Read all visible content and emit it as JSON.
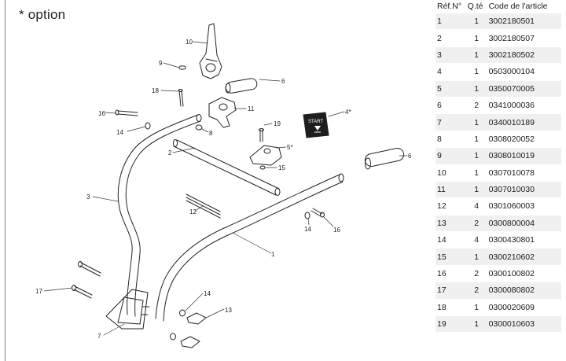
{
  "note": "* option",
  "diagram": {
    "callouts": [
      "10",
      "9",
      "6",
      "18",
      "11",
      "16",
      "14",
      "8",
      "19",
      "4*",
      "5*",
      "2",
      "15",
      "6",
      "3",
      "12",
      "14",
      "16",
      "1",
      "17",
      "14",
      "13",
      "7"
    ],
    "start_button_label": "START"
  },
  "table": {
    "headers": [
      "Réf.N°",
      "Q.té",
      "Code de l'article"
    ],
    "rows": [
      [
        "1",
        "1",
        "3002180501"
      ],
      [
        "2",
        "1",
        "3002180507"
      ],
      [
        "3",
        "1",
        "3002180502"
      ],
      [
        "4",
        "1",
        "0503000104"
      ],
      [
        "5",
        "1",
        "0350070005"
      ],
      [
        "6",
        "2",
        "0341000036"
      ],
      [
        "7",
        "1",
        "0340010189"
      ],
      [
        "8",
        "1",
        "0308020052"
      ],
      [
        "9",
        "1",
        "0308010019"
      ],
      [
        "10",
        "1",
        "0307010078"
      ],
      [
        "11",
        "1",
        "0307010030"
      ],
      [
        "12",
        "4",
        "0301060003"
      ],
      [
        "13",
        "2",
        "0300800004"
      ],
      [
        "14",
        "4",
        "0300430801"
      ],
      [
        "15",
        "1",
        "0300210602"
      ],
      [
        "16",
        "2",
        "0300100802"
      ],
      [
        "17",
        "2",
        "0300080802"
      ],
      [
        "18",
        "1",
        "0300020609"
      ],
      [
        "19",
        "1",
        "0300010603"
      ]
    ]
  }
}
